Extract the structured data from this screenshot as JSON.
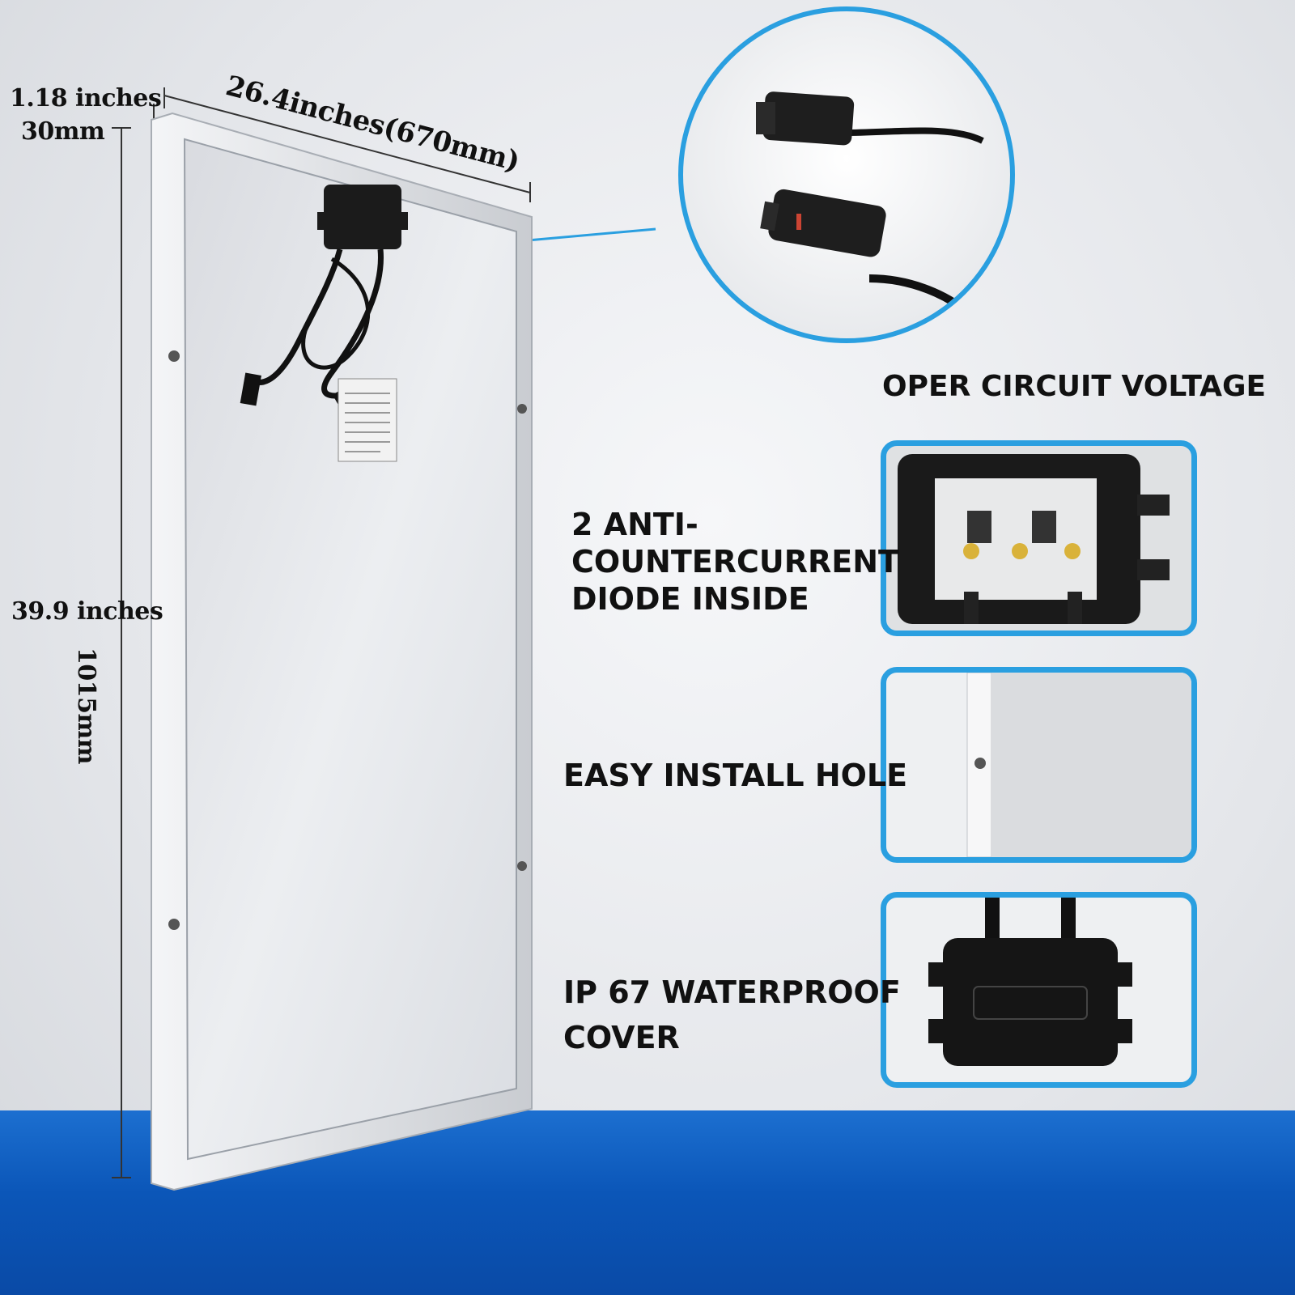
{
  "dimensions": {
    "thickness_in": "1.18 inches",
    "thickness_mm": "30mm",
    "width": "26.4inches(670mm)",
    "height_in": "39.9 inches",
    "height_mm": "1015mm"
  },
  "features": {
    "connector_title": "OPER CIRCUIT VOLTAGE",
    "diode_line1": "2 ANTI-",
    "diode_line2": "COUNTERCURRENT",
    "diode_line3": "DIODE INSIDE",
    "hole": "EASY INSTALL HOLE",
    "cover_line1": "IP 67 WATERPROOF",
    "cover_line2": "COVER"
  },
  "colors": {
    "accent": "#2a9fe0",
    "floor": "#0b56b8"
  }
}
